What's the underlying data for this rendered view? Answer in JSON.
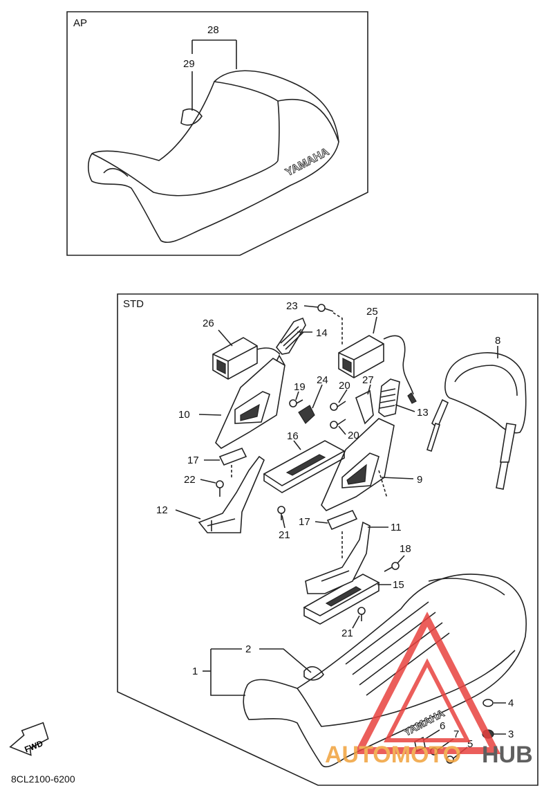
{
  "panels": {
    "ap": {
      "tag": "AP"
    },
    "std": {
      "tag": "STD"
    }
  },
  "callouts": {
    "c28": "28",
    "c29": "29",
    "c23": "23",
    "c25": "25",
    "c26": "26",
    "c14": "14",
    "c8": "8",
    "c19": "19",
    "c24": "24",
    "c20a": "20",
    "c27": "27",
    "c13": "13",
    "c10": "10",
    "c20b": "20",
    "c16": "16",
    "c17a": "17",
    "c22": "22",
    "c9": "9",
    "c12": "12",
    "c21a": "21",
    "c17b": "17",
    "c11": "11",
    "c18": "18",
    "c15": "15",
    "c21b": "21",
    "c2": "2",
    "c1": "1",
    "c4": "4",
    "c6": "6",
    "c7": "7",
    "c5": "5",
    "c3": "3"
  },
  "seat_logo": "YAMAHA",
  "fwd_label": "FWD",
  "diagram_code": "8CL2100-6200",
  "watermark": {
    "part1": "AUTOMOTO",
    "part2": "HUB"
  },
  "colors": {
    "watermark_red": "#e8423f",
    "watermark_orange": "#f0a23c",
    "watermark_dark": "#444444"
  }
}
